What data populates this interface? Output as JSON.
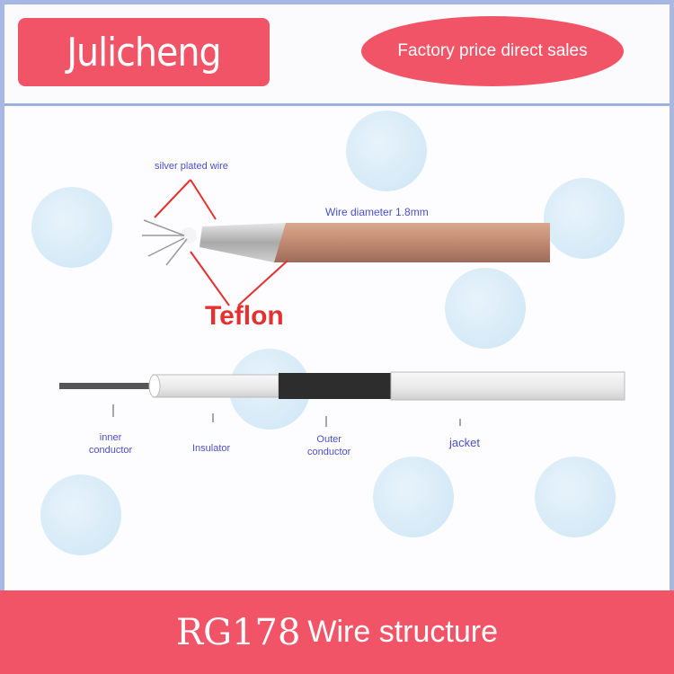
{
  "header": {
    "brand": "Julicheng",
    "slogan": "Factory price direct sales"
  },
  "photo": {
    "silver_label": "silver plated wire",
    "diameter_label": "Wire diameter 1.8mm",
    "teflon_label": "Teflon"
  },
  "diagram": {
    "labels": [
      "inner\nconductor",
      "Insulator",
      "Outer\nconductor",
      "jacket"
    ]
  },
  "footer": {
    "model": "RG178",
    "title": "Wire structure"
  },
  "colors": {
    "accent": "#f25467",
    "label": "#4a4fc8"
  }
}
